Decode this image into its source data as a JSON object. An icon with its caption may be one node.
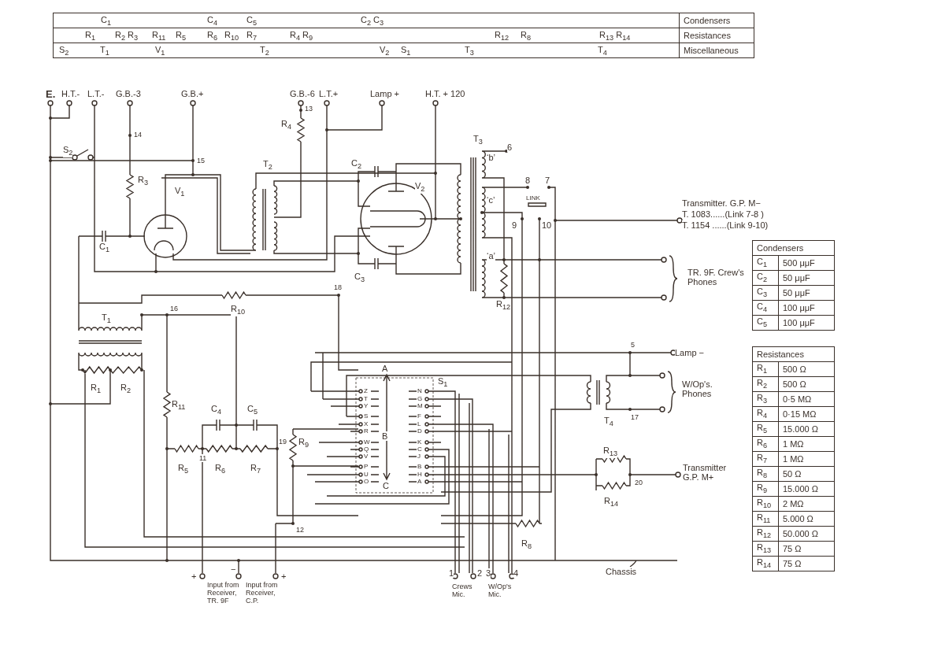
{
  "diagram": {
    "labels": [
      "C$_{1}$",
      "C$_{4}$",
      "C$_{5}$",
      "C$_{2}$ C$_{3}$",
      "Condensers",
      "R$_{1}$",
      "R$_{2}$ R$_{3}$",
      "R$_{11}$",
      "R$_{5}$",
      "R$_{6}$",
      "R$_{10}$",
      "R$_{7}$",
      "R$_{4}$ R$_{9}$",
      "R$_{12}$",
      "R$_{8}$",
      "R$_{13}$ R$_{14}$",
      "Resistances",
      "S$_{2}$",
      "T$_{1}$",
      "V$_{1}$",
      "T$_{2}$",
      "V$_{2}$",
      "S$_{1}$",
      "T$_{3}$",
      "T$_{4}$",
      "Miscellaneous",
      "E.",
      "H.T.-",
      "L.T.-",
      "G.B.-3",
      "G.B.+",
      "G.B.-6",
      "L.T.+",
      "Lamp +",
      "H.T. + 120",
      "13",
      "R$_{4}$",
      "14",
      "T$_{3}$",
      "6",
      "S$_{2}$",
      "‘b’",
      "15",
      "T$_{2}$",
      "C$_{2}$",
      "8",
      "7",
      "R$_{3}$",
      "V$_{2}$",
      "V$_{1}$",
      "‘c’",
      "LINK",
      "Transmitter. G.P. M−",
      "T. 1083......(Link 7-8 )",
      "9",
      "10",
      "T. 1154 ......(Link 9-10)",
      "C$_{1}$",
      "‘a’",
      "C$_{3}$",
      "TR. 9F. Crew's Phones",
      "18",
      "R$_{12}$",
      "R$_{10}$",
      "T$_{1}$",
      "16",
      "5",
      "Lamp −",
      "S$_{1}$",
      "W/Op's. Phones",
      "R$_{1}$",
      "R$_{2}$",
      "A",
      "Z",
      "N",
      "T",
      "G",
      "Y",
      "M",
      "R$_{11}$",
      "C$_{4}$",
      "C$_{5}$",
      "17",
      "T$_{4}$",
      "S",
      "F",
      "X",
      "L",
      "R",
      "D",
      "R$_{9}$",
      "B",
      "W",
      "K",
      "Q",
      "C",
      "V",
      "J",
      "19",
      "11",
      "R$_{5}$",
      "R$_{6}$",
      "R$_{7}$",
      "R$_{13}$",
      "Transmitter G.P. M+",
      "P",
      "B",
      "U",
      "H",
      "O",
      "A",
      "C",
      "20",
      "R$_{14}$",
      "12",
      "R$_{8}$",
      "Chassis",
      "+",
      "−",
      "+",
      "1",
      "2",
      "3",
      "4",
      "Input from Receiver, TR. 9F",
      "Input from Receiver, C.P.",
      "Crews Mic.",
      "W/Op's Mic.",
      "Condensers",
      "C$_{1}$",
      "500 μμF",
      "C$_{2}$",
      "50 μμF",
      "C$_{3}$",
      "50 μμF",
      "C$_{4}$",
      "100 μμF",
      "C$_{5}$",
      "100 μμF",
      "Resistances",
      "R$_{1}$",
      "500 Ω",
      "R$_{2}$",
      "500 Ω",
      "R$_{3}$",
      "0·5 MΩ",
      "R$_{4}$",
      "0·15 MΩ",
      "R$_{5}$",
      "15.000 Ω",
      "R$_{6}$",
      "1 MΩ",
      "R$_{7}$",
      "1 MΩ",
      "R$_{8}$",
      "50 Ω",
      "R$_{9}$",
      "15.000 Ω",
      "R$_{10}$",
      "2 MΩ",
      "R$_{11}$",
      "5.000 Ω",
      "R$_{12}$",
      "50.000 Ω",
      "R$_{13}$",
      "75 Ω",
      "R$_{14}$",
      "75 Ω"
    ]
  }
}
